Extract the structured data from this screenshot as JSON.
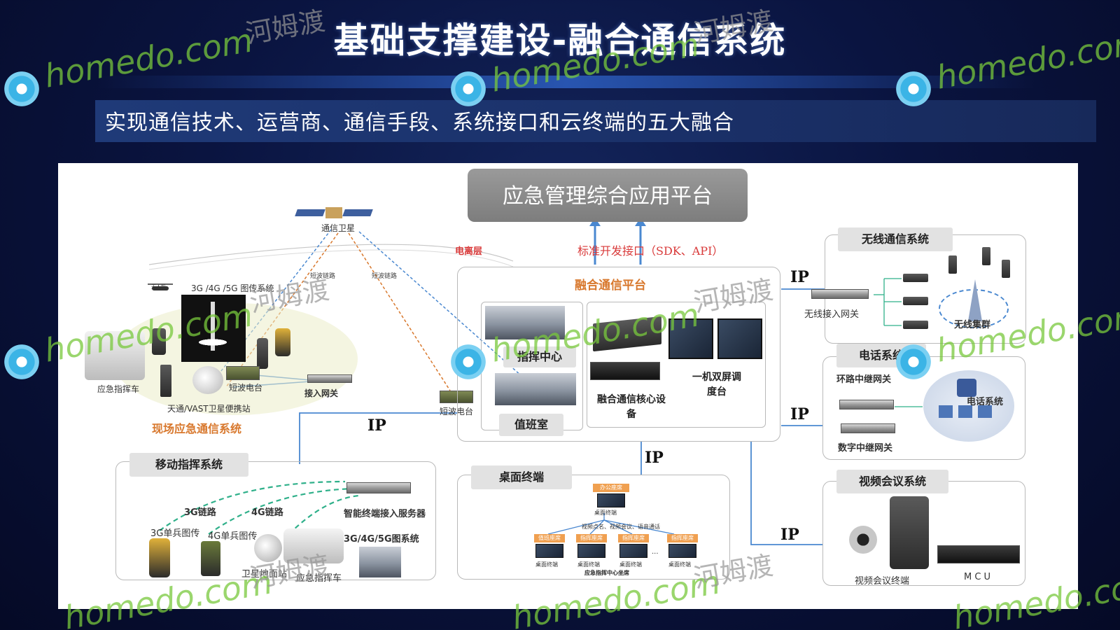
{
  "header": {
    "title": "基础支撑建设-融合通信系统",
    "subtitle": "实现通信技术、运营商、通信手段、系统接口和云终端的五大融合"
  },
  "diagram": {
    "platform_title": "应急管理综合应用平台",
    "sdk_label": "标准开发接口（SDK、API）",
    "satellite_label": "通信卫星",
    "ionosphere_label": "电离层",
    "sw_link_1": "短波链路",
    "sw_link_2": "短波链路",
    "field": {
      "system_label": "现场应急通信系统",
      "drone": "无人机",
      "image_system": "3G /4G /5G 图传系统",
      "vehicle": "应急指挥车",
      "sw_radio": "短波电台",
      "access_gw": "接入网关",
      "sat_station": "天通/VAST卫星便携站"
    },
    "shortwave_radio_label": "短波电台",
    "fusion": {
      "title": "融合通信平台",
      "command_center": "指挥中心",
      "duty_room": "值班室",
      "core_device": "融合通信核心设备",
      "dispatch_console": "一机双屏调度台"
    },
    "ip_labels": [
      "IP",
      "IP",
      "IP",
      "IP",
      "IP"
    ],
    "wireless": {
      "title": "无线通信系统",
      "gateway": "无线接入网关",
      "cluster": "无线集群"
    },
    "phone": {
      "title": "电话系统",
      "loop_gw": "环路中继网关",
      "digital_gw": "数字中继网关",
      "system": "电话系统"
    },
    "video": {
      "title": "视频会议系统",
      "terminal": "视频会议终端",
      "mcu": "M C U"
    },
    "mobile": {
      "title": "移动指挥系统",
      "link_3g": "3G链路",
      "link_4g": "4G链路",
      "server": "智能终端接入服务器",
      "single_3g": "3G单兵图传",
      "single_4g": "4G单兵图传",
      "image_system": "3G/4G/5G图系统",
      "sat_ground": "卫星地面站",
      "vehicle": "应急指挥车"
    },
    "desktop": {
      "title": "桌面终端",
      "top_tag": "办公座席",
      "top_terminal": "桌面终端",
      "functions": "视频点名、视频会议、语音通话",
      "tags": [
        "值班座席",
        "指挥座席",
        "指挥座席",
        "指挥座席"
      ],
      "terminals": [
        "桌面终端",
        "桌面终端",
        "桌面终端",
        "桌面终端"
      ],
      "ellipsis": "...",
      "caption": "应急指挥中心坐席"
    }
  },
  "watermarks": {
    "brand": "homedo.com",
    "cn": "河姆渡"
  },
  "colors": {
    "accent_orange": "#d8782d",
    "sdk_red": "#d93a3a",
    "link_blue": "#4a88d0",
    "dashed_green": "#2fb08a"
  }
}
